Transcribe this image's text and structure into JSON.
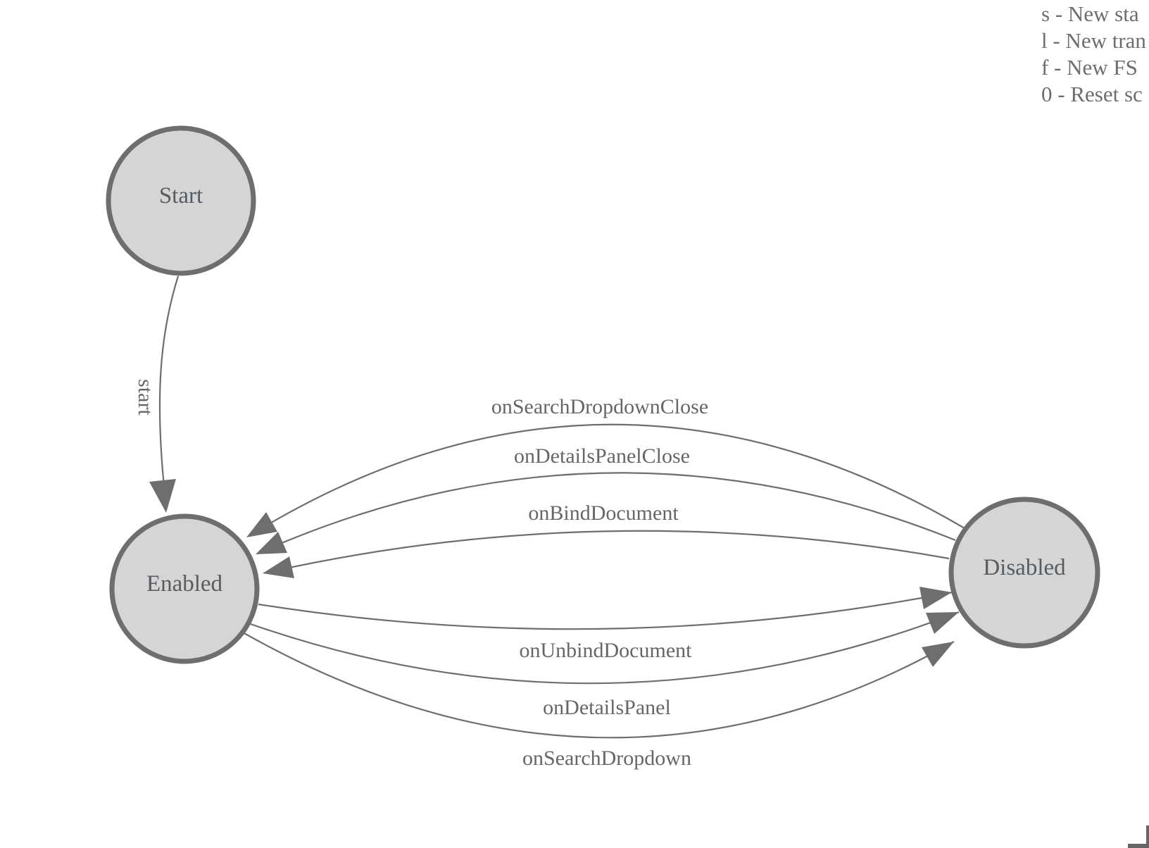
{
  "diagram": {
    "states": [
      {
        "id": "start",
        "label": "Start"
      },
      {
        "id": "enabled",
        "label": "Enabled"
      },
      {
        "id": "disabled",
        "label": "Disabled"
      }
    ],
    "transitions": [
      {
        "label": "start",
        "from": "Start",
        "to": "Enabled"
      },
      {
        "label": "onSearchDropdownClose",
        "from": "Disabled",
        "to": "Enabled"
      },
      {
        "label": "onDetailsPanelClose",
        "from": "Disabled",
        "to": "Enabled"
      },
      {
        "label": "onBindDocument",
        "from": "Disabled",
        "to": "Enabled"
      },
      {
        "label": "onUnbindDocument",
        "from": "Enabled",
        "to": "Disabled"
      },
      {
        "label": "onDetailsPanel",
        "from": "Enabled",
        "to": "Disabled"
      },
      {
        "label": "onSearchDropdown",
        "from": "Enabled",
        "to": "Disabled"
      }
    ],
    "colors": {
      "node_fill": "#d5d5d5",
      "node_border": "#6e6e6e",
      "edge": "#6e6e6e",
      "state_text": "#575c61",
      "edge_label_text": "#666666",
      "legend_text": "#6d6d6d"
    }
  },
  "legend": {
    "lines": [
      "s - New sta",
      "l - New tran",
      "f - New FS",
      "0 - Reset sc"
    ]
  }
}
